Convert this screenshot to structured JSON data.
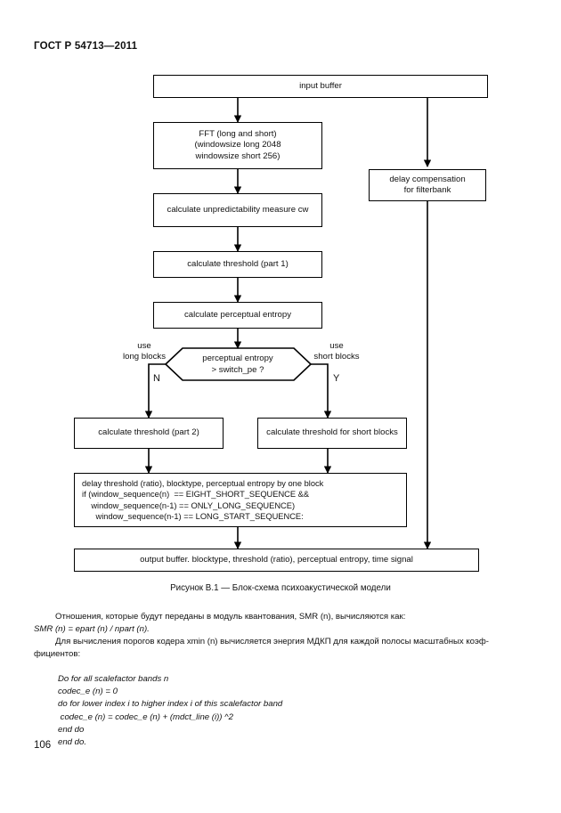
{
  "document": {
    "header": "ГОСТ Р 54713—2011",
    "page_number": "106"
  },
  "figure": {
    "caption": "Рисунок В.1 — Блок-схема психоакустической модели",
    "nodes": {
      "input_buffer": "input buffer",
      "fft": "FFT (long and short)\n(windowsize long 2048\nwindowsize short 256)",
      "delay_compensation": "delay compensation\nfor filterbank",
      "unpredictability": "calculate unpredictability measure cw",
      "threshold_part1": "calculate threshold (part 1)",
      "perceptual_entropy": "calculate perceptual entropy",
      "decision": "perceptual entropy\n> switch_pe ?",
      "threshold_part2": "calculate threshold (part 2)",
      "threshold_short": "calculate threshold for short blocks",
      "delay_block": "delay threshold (ratio), blocktype, perceptual entropy by one block\nif (window_sequence(n)  == EIGHT_SHORT_SEQUENCE &&\n    window_sequence(n-1) == ONLY_LONG_SEQUENCE)\n      window_sequence(n-1) == LONG_START_SEQUENCE:",
      "output_buffer": "output buffer. blocktype, threshold (ratio), perceptual entropy, time signal"
    },
    "labels": {
      "use_long_blocks": "use\nlong blocks",
      "use_short_blocks": "use\nshort blocks",
      "branch_no": "N",
      "branch_yes": "Y"
    }
  },
  "text": {
    "para1": "Отношения, которые будут переданы в модуль квантования, SMR (n), вычисляются как:",
    "para1_smr_italic": "SMR (n)",
    "para2": "SMR (n) = epart (n) / npart (n).",
    "para3": "Для вычисления порогов кодера xmin (n) вычисляется энергия МДКП для каждой полосы масштабных коэф-",
    "para3_cont": "фициентов:",
    "code": "Do for all scalefactor bands n\ncodec_e (n) = 0\ndo for lower index i to higher index i of this scalefactor band\n codec_e (n) = codec_e (n) + (mdct_line (i)) ^2\nend do\nend do."
  },
  "colors": {
    "ink": "#111111",
    "line": "#000000",
    "background": "#ffffff"
  }
}
